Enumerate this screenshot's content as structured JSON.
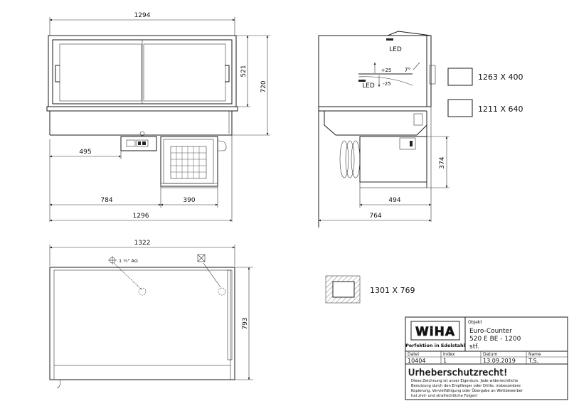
{
  "front_view": {
    "dims": {
      "width_top": "1294",
      "height_glass": "521",
      "height_total": "720",
      "offset_left": "495",
      "width_left": "784",
      "width_unit": "390",
      "width_bottom": "1296"
    }
  },
  "side_view": {
    "labels": {
      "led_top": "LED",
      "led_mid": "LED",
      "plus": "+25",
      "minus": "-25",
      "angle": "7°"
    },
    "dims": {
      "height_unit": "374",
      "depth_unit": "494",
      "depth_total": "764"
    }
  },
  "cutouts": [
    {
      "label": "1263 X 400"
    },
    {
      "label": "1211 X 640"
    }
  ],
  "plan_view": {
    "dims": {
      "width": "1322",
      "depth": "793"
    },
    "drain_label": "1 ½\" AG"
  },
  "installation_cutout": {
    "label": "1301 X 769"
  },
  "title_block": {
    "logo": "WiHA",
    "tagline": "Perfektion in Edelstahl",
    "object_label": "Objekt",
    "object_lines": [
      "Euro-Counter",
      "520 E BE - 1200",
      "stf."
    ],
    "headers": [
      "Datei",
      "Index",
      "Datum",
      "Name"
    ],
    "values": [
      "10404",
      "1",
      "13.09.2019",
      "T.S."
    ],
    "copyright_title": "Urheberschutzrecht!",
    "copyright_text": [
      "Diese Zeichnung ist unser Eigentum. Jede widerrechtliche",
      "Benutzung durch den Empfänger oder Dritte, insbesondere",
      "Kopierung, Vervielfältigung oder Übergabe an Wettbewerber",
      "hat zivil- und strafrechtliche Folgen!"
    ]
  }
}
